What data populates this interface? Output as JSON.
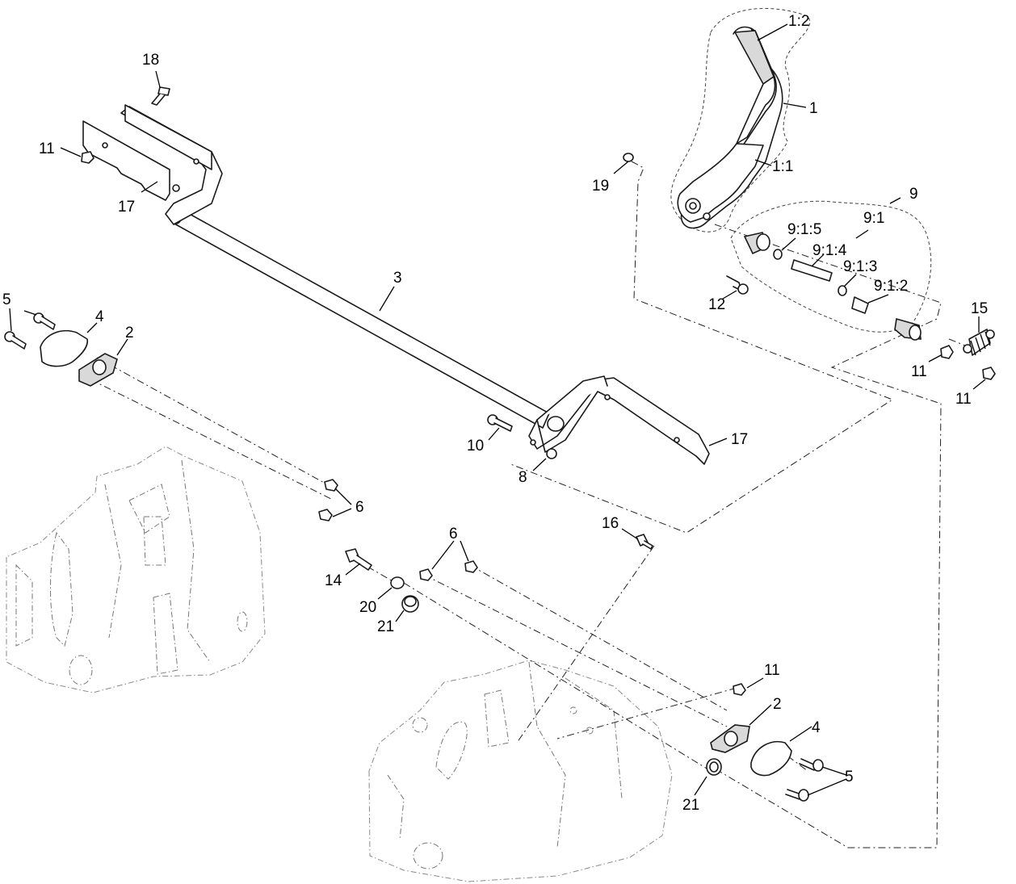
{
  "callouts": [
    {
      "id": "c-1-2",
      "text": "1:2"
    },
    {
      "id": "c-1",
      "text": "1"
    },
    {
      "id": "c-1-1",
      "text": "1:1"
    },
    {
      "id": "c-19",
      "text": "19"
    },
    {
      "id": "c-9",
      "text": "9"
    },
    {
      "id": "c-9-1",
      "text": "9:1"
    },
    {
      "id": "c-9-1-5",
      "text": "9:1:5"
    },
    {
      "id": "c-9-1-4",
      "text": "9:1:4"
    },
    {
      "id": "c-9-1-3",
      "text": "9:1:3"
    },
    {
      "id": "c-9-1-2",
      "text": "9:1:2"
    },
    {
      "id": "c-12",
      "text": "12"
    },
    {
      "id": "c-15",
      "text": "15"
    },
    {
      "id": "c-11-a",
      "text": "11"
    },
    {
      "id": "c-11-b",
      "text": "11"
    },
    {
      "id": "c-11-c",
      "text": "11"
    },
    {
      "id": "c-11-d",
      "text": "11"
    },
    {
      "id": "c-18",
      "text": "18"
    },
    {
      "id": "c-17-a",
      "text": "17"
    },
    {
      "id": "c-17-b",
      "text": "17"
    },
    {
      "id": "c-3",
      "text": "3"
    },
    {
      "id": "c-5-a",
      "text": "5"
    },
    {
      "id": "c-5-b",
      "text": "5"
    },
    {
      "id": "c-4-a",
      "text": "4"
    },
    {
      "id": "c-4-b",
      "text": "4"
    },
    {
      "id": "c-2-a",
      "text": "2"
    },
    {
      "id": "c-2-b",
      "text": "2"
    },
    {
      "id": "c-10",
      "text": "10"
    },
    {
      "id": "c-8",
      "text": "8"
    },
    {
      "id": "c-6-a",
      "text": "6"
    },
    {
      "id": "c-6-b",
      "text": "6"
    },
    {
      "id": "c-16",
      "text": "16"
    },
    {
      "id": "c-14",
      "text": "14"
    },
    {
      "id": "c-20",
      "text": "20"
    },
    {
      "id": "c-21-a",
      "text": "21"
    },
    {
      "id": "c-21-b",
      "text": "21"
    }
  ]
}
